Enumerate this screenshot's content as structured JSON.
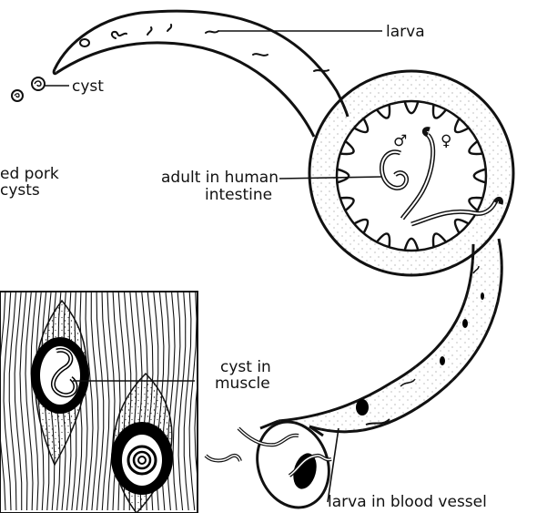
{
  "labels": {
    "larva": "larva",
    "cyst": "cyst",
    "pork_line1": "ed pork",
    "pork_line2": "cysts",
    "adult_line1": "adult in human",
    "adult_line2": "intestine",
    "male_symbol": "♂",
    "female_symbol": "♀",
    "muscle_line1": "cyst in",
    "muscle_line2": "muscle",
    "blood_vessel": "larva in blood vessel"
  }
}
